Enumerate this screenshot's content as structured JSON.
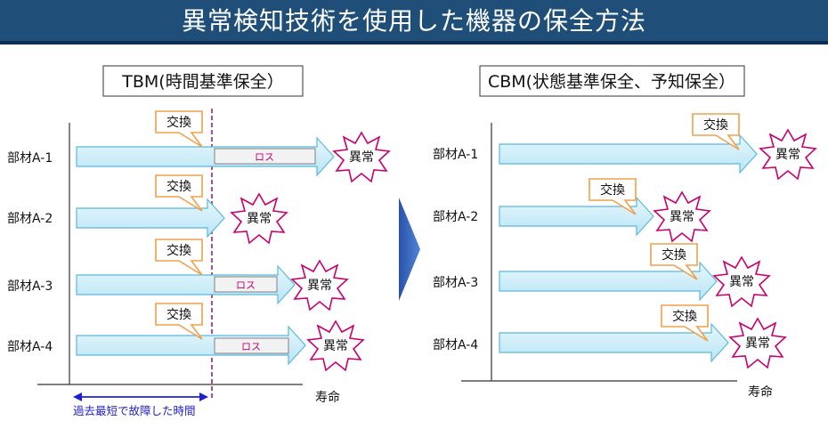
{
  "title": "異常検知技術を使用した機器の保全方法",
  "left_panel": {
    "heading": "TBM(時間基準保全）",
    "rows": [
      "部材A-1",
      "部材A-2",
      "部材A-3",
      "部材A-4"
    ],
    "exchange_label": "交換",
    "anomaly_label": "異常",
    "loss_label": "ロス",
    "axis_label": "寿命",
    "interval_label": "過去最短で故障した時間"
  },
  "right_panel": {
    "heading": "CBM(状態基準保全、予知保全）",
    "rows": [
      "部材A-1",
      "部材A-2",
      "部材A-3",
      "部材A-4"
    ],
    "exchange_label": "交換",
    "anomaly_label": "異常",
    "axis_label": "寿命"
  },
  "colors": {
    "title_bg": "#1f4e79",
    "arrow_fill": "#c7ecfa",
    "arrow_stroke": "#5bb8dc",
    "callout_stroke": "#f0a04b",
    "burst_stroke": "#c8006e",
    "dashed_line": "#a0206e",
    "interval_arrow": "#2020d0",
    "big_arrow": "#2f5fb5"
  }
}
